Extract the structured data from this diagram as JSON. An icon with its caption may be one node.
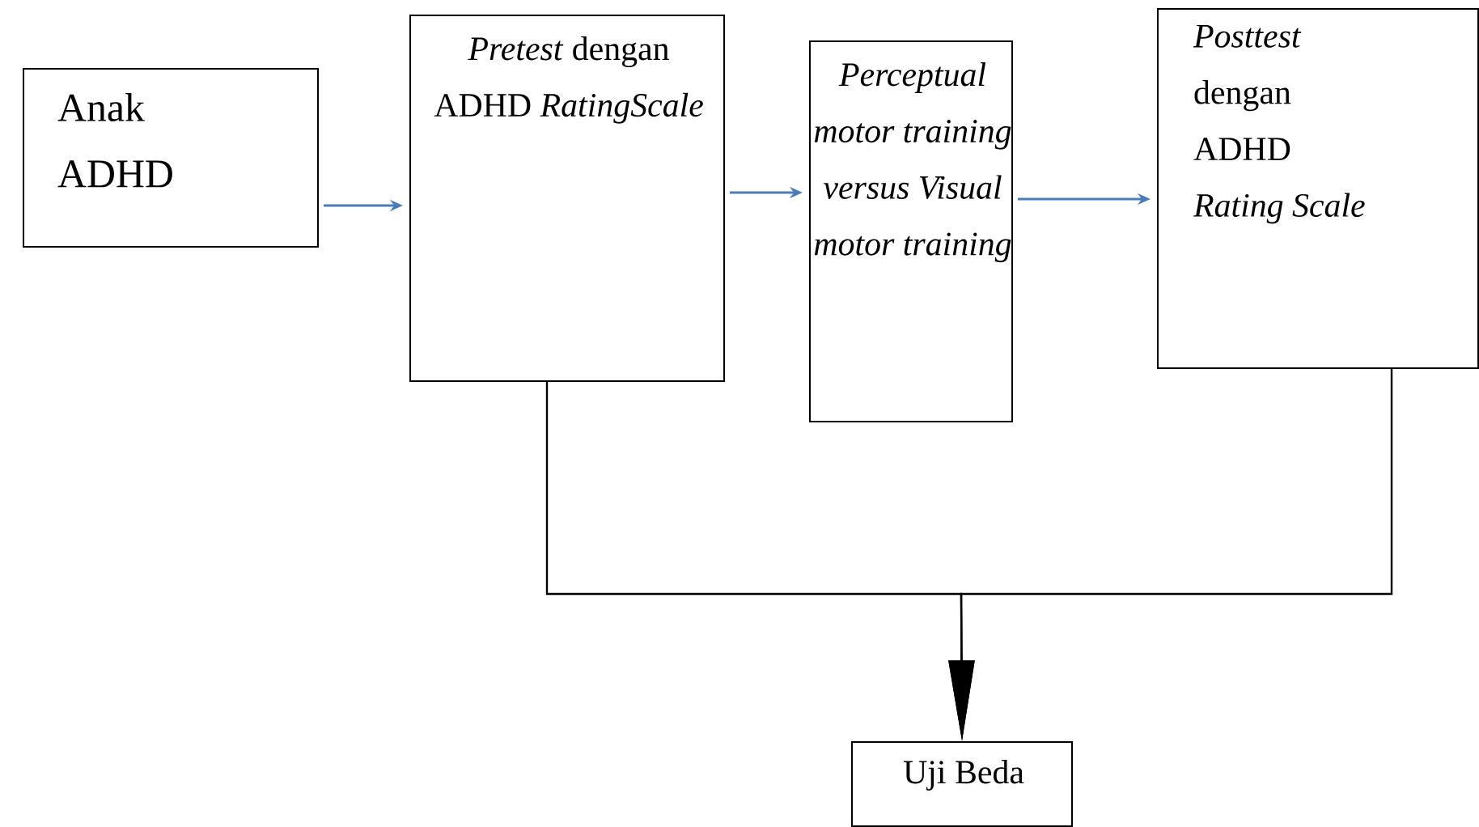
{
  "diagram": {
    "nodes": [
      {
        "text": [
          "Anak ADHD"
        ]
      },
      {
        "text": [
          "*Pretest* dengan ADHD *RatingScale*"
        ]
      },
      {
        "text": [
          "Perceptual motor training versus Visual motor training"
        ]
      },
      {
        "text": [
          "*Posttest* dengan ADHD *Rating Scale*"
        ]
      },
      {
        "text": [
          "Uji Beda"
        ]
      }
    ],
    "edges": [
      {
        "from": 0,
        "to": 1,
        "arrow": "to",
        "color": "#4a7ebb"
      },
      {
        "from": 1,
        "to": 2,
        "arrow": "to",
        "color": "#4a7ebb"
      },
      {
        "from": 2,
        "to": 3,
        "arrow": "to",
        "color": "#4a7ebb"
      },
      {
        "from": 1,
        "to": 4,
        "arrow": "to",
        "color": "#000000"
      },
      {
        "from": 3,
        "to": 4,
        "arrow": "to",
        "color": "#000000"
      }
    ]
  }
}
